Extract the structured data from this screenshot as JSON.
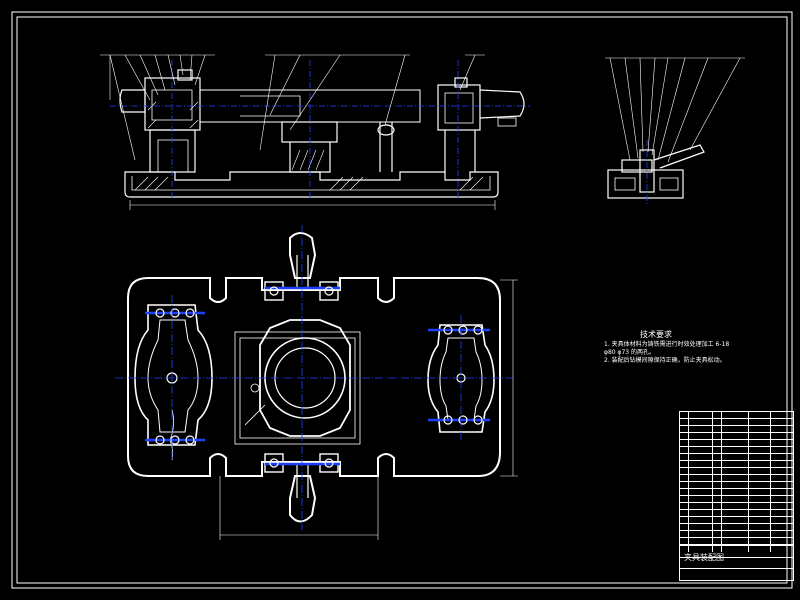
{
  "notes": {
    "title": "技术要求",
    "lines": [
      "1. 夹具体材料为铸铁需进行时效处理加工 6-18",
      "φ80 φ73 的两孔。",
      "2. 装配后钻模间隙保持正确，防止夹具松动。"
    ]
  },
  "drawing_title": "夹具装配图",
  "colors": {
    "background": "#000000",
    "outline": "#ffffff",
    "centerline": "#1f3fff",
    "leader": "#ffffff"
  },
  "bom_rows": 20
}
